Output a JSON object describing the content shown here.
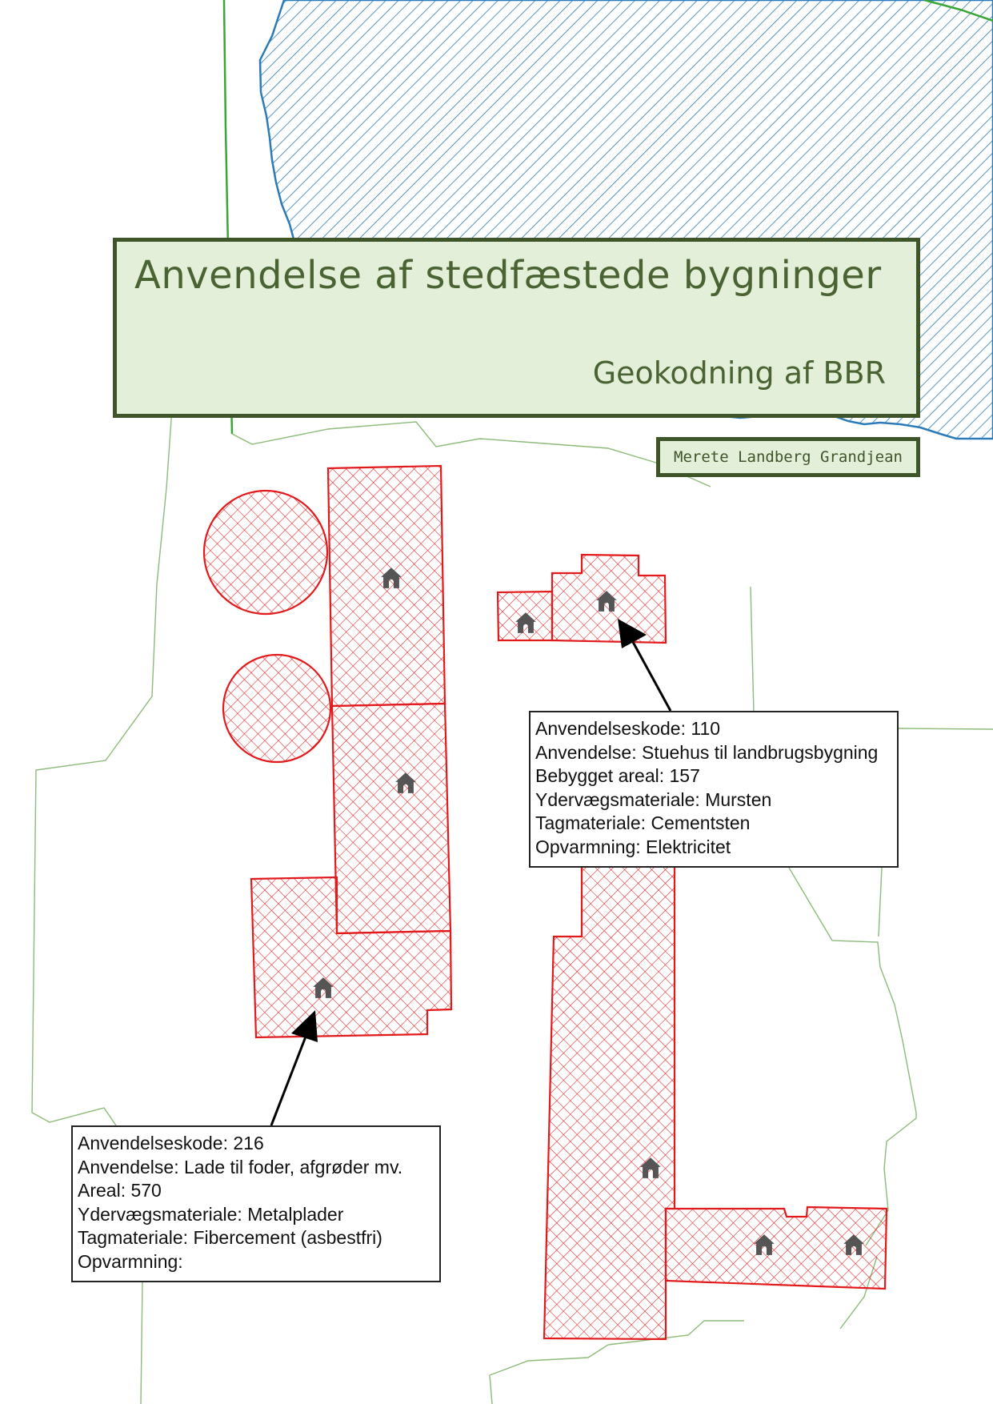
{
  "map": {
    "title": "Anvendelse af stedfæstede bygninger",
    "subtitle": "Geokodning af BBR",
    "author": "Merete Landberg Grandjean",
    "colors": {
      "building_stroke": "#e31a1c",
      "water_stroke": "#2b7bb9",
      "parcel_line": "#7fb06a",
      "green_boundary": "#3aa635",
      "title_fill": "#e4efd9",
      "title_border": "#3d5528",
      "title_text": "#4a6332",
      "house_icon": "#555555"
    }
  },
  "info_boxes": [
    {
      "lines": [
        "Anvendelseskode: 110",
        "Anvendelse: Stuehus til landbrugsbygning",
        "Bebygget areal: 157",
        "Ydervægsmateriale: Mursten",
        "Tagmateriale: Cementsten",
        "Opvarmning: Elektricitet"
      ]
    },
    {
      "lines": [
        "Anvendelseskode: 216",
        "Anvendelse: Lade til foder, afgrøder mv.",
        "Areal: 570",
        "Ydervægsmateriale: Metalplader",
        "Tagmateriale: Fibercement (asbestfri)",
        "Opvarmning:"
      ]
    }
  ],
  "icons": [
    "house-icon"
  ]
}
